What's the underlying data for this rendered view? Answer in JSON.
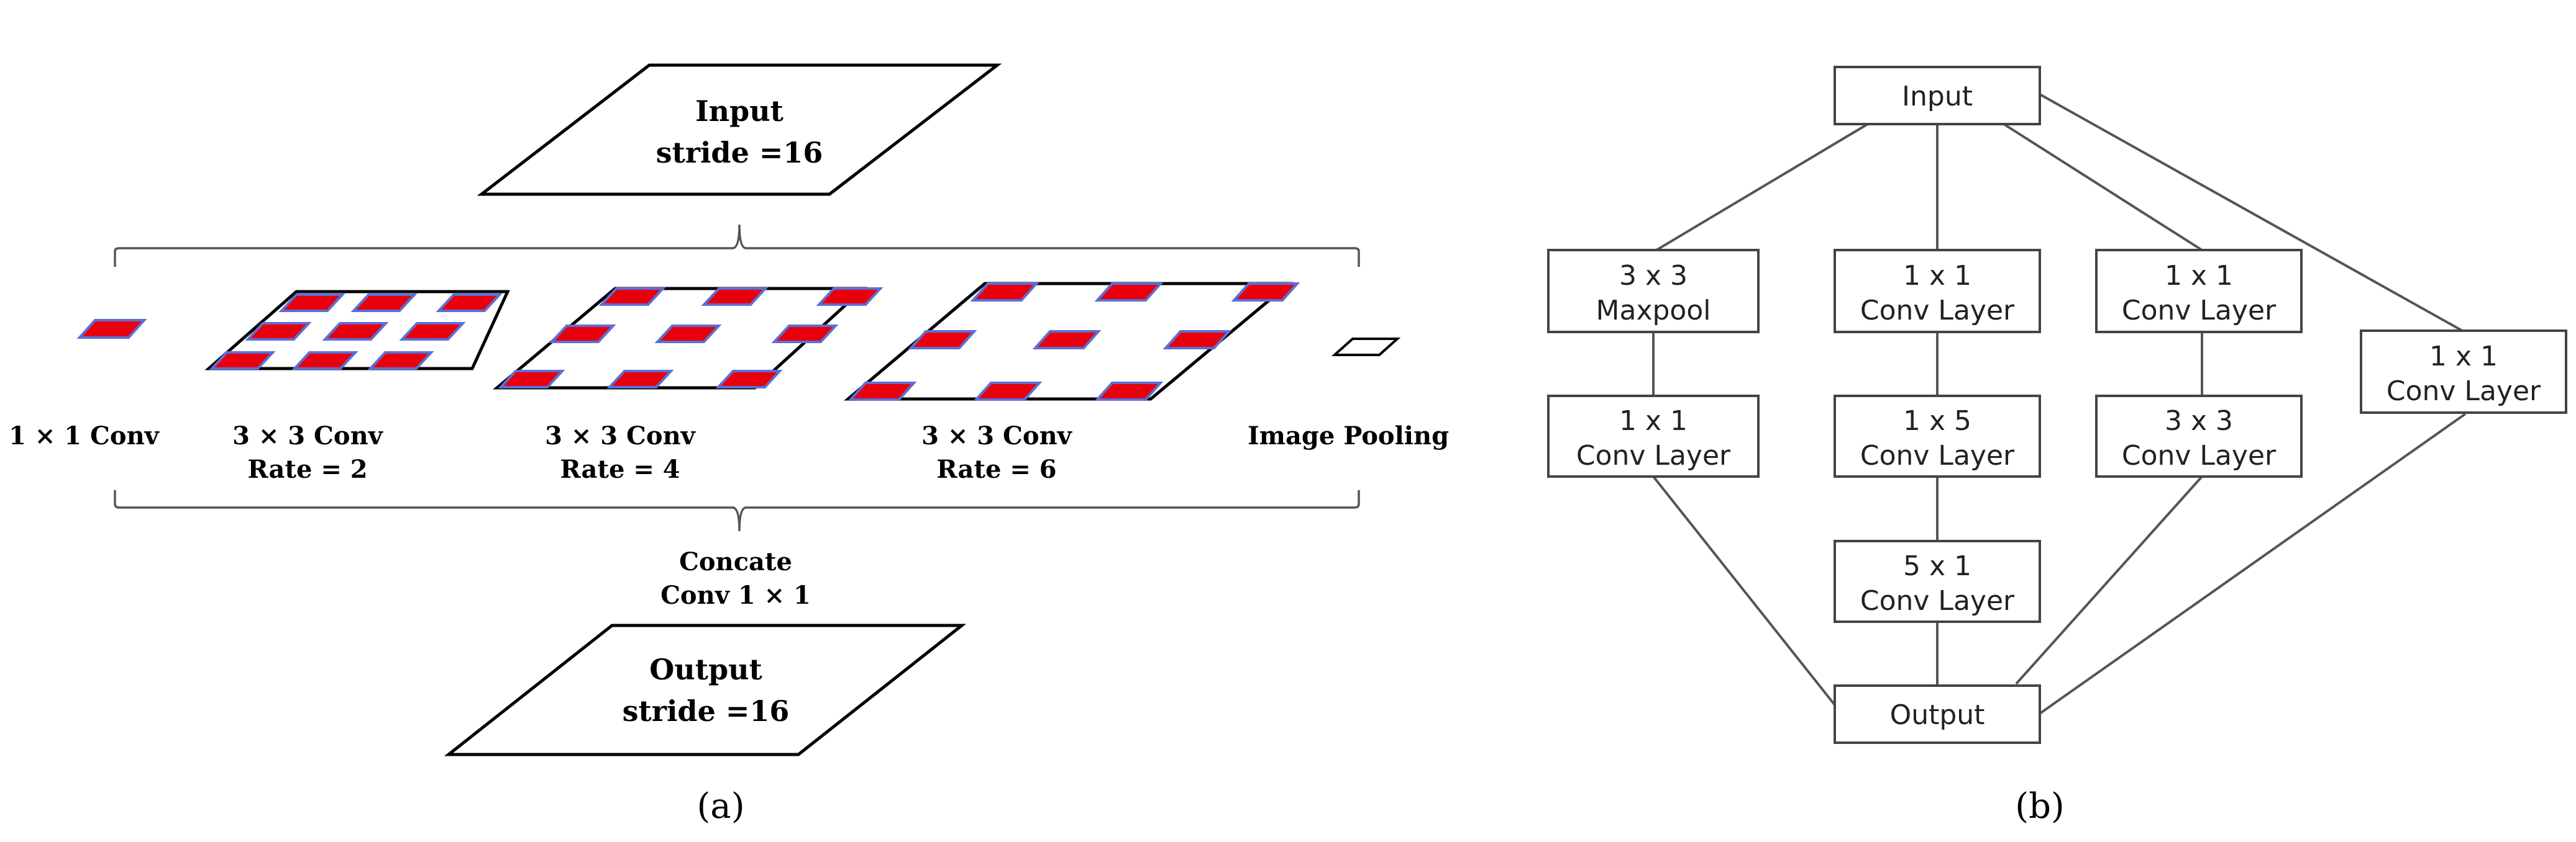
{
  "panel_a": {
    "input": {
      "line1": "Input",
      "line2": "stride =16"
    },
    "branches": [
      {
        "line1": "1 × 1 Conv",
        "line2": ""
      },
      {
        "line1": "3 × 3 Conv",
        "line2": "Rate = 2"
      },
      {
        "line1": "3 × 3 Conv",
        "line2": "Rate = 4"
      },
      {
        "line1": "3 × 3 Conv",
        "line2": "Rate = 6"
      },
      {
        "line1": "Image Pooling",
        "line2": ""
      }
    ],
    "concat": {
      "line1": "Concate",
      "line2": "Conv 1 × 1"
    },
    "output": {
      "line1": "Output",
      "line2": "stride =16"
    },
    "caption": "(a)",
    "cell_fill": "#e8000d",
    "cell_stroke": "#5b6fd6"
  },
  "panel_b": {
    "nodes": {
      "input": [
        "Input"
      ],
      "maxpool": [
        "3 x 3",
        "Maxpool"
      ],
      "conv1x1_a": [
        "1 x 1",
        "Conv Layer"
      ],
      "conv1x1_b": [
        "1 x 1",
        "Conv Layer"
      ],
      "conv1x1_c": [
        "1 x 1",
        "Conv Layer"
      ],
      "conv1x1_d": [
        "1 x 1",
        "Conv Layer"
      ],
      "conv1x5": [
        "1 x 5",
        "Conv Layer"
      ],
      "conv3x3": [
        "3 x 3",
        "Conv Layer"
      ],
      "conv5x1": [
        "5 x 1",
        "Conv Layer"
      ],
      "output": [
        "Output"
      ]
    },
    "caption": "(b)"
  }
}
